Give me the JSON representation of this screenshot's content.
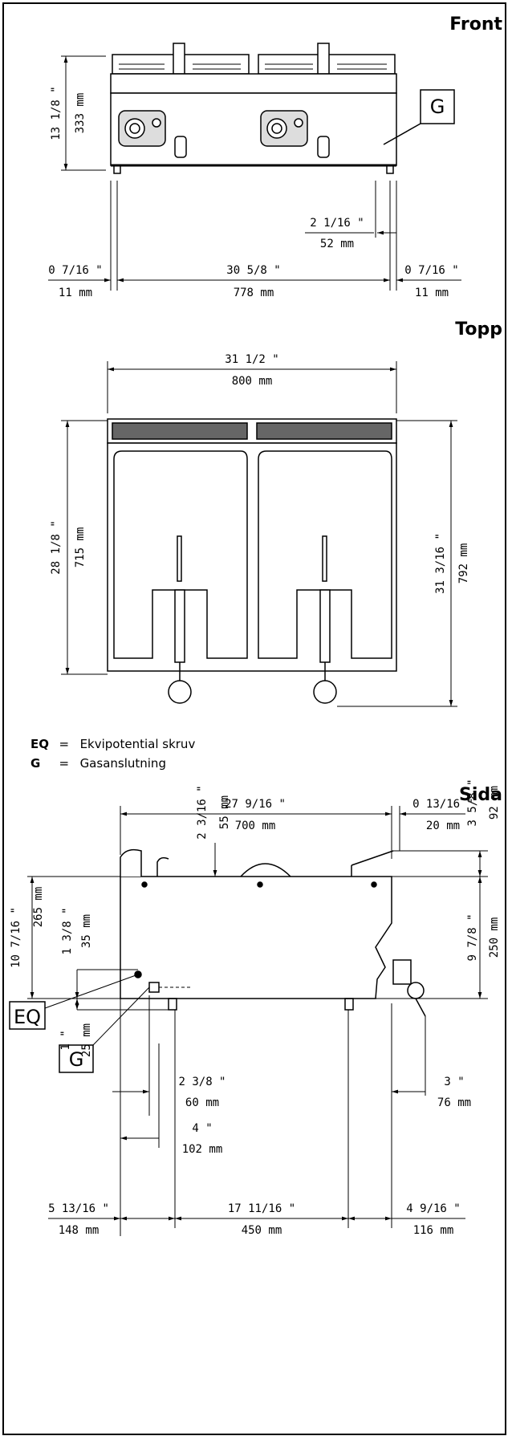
{
  "headings": {
    "front": "Front",
    "top": "Topp",
    "side": "Sida"
  },
  "front": {
    "label_g": "G",
    "height_in": "13 1/8 \"",
    "height_mm": "333 mm",
    "offset_in": "2 1/16 \"",
    "offset_mm": "52 mm",
    "left_in": "0 7/16 \"",
    "left_mm": "11 mm",
    "width_in": "30 5/8 \"",
    "width_mm": "778 mm",
    "right_in": "0 7/16 \"",
    "right_mm": "11 mm"
  },
  "top": {
    "width_in": "31 1/2 \"",
    "width_mm": "800 mm",
    "depth_in": "28 1/8 \"",
    "depth_mm": "715 mm",
    "total_depth_in": "31 3/16 \"",
    "total_depth_mm": "792 mm"
  },
  "legend": [
    {
      "key": "EQ",
      "eq": "=",
      "text": "Ekvipotential skruv"
    },
    {
      "key": "G",
      "eq": "=",
      "text": "Gasanslutning"
    }
  ],
  "side": {
    "depth_in": "27 9/16 \"",
    "depth_mm": "700 mm",
    "rear_in": "0 13/16 \"",
    "rear_mm": "20 mm",
    "top_in": "2 3/16 \"",
    "top_mm": "55 mm",
    "handle_in": "3 5/8 \"",
    "handle_mm": "92 mm",
    "height_in": "10 7/16 \"",
    "height_mm": "265 mm",
    "eq_in": "1 3/8 \"",
    "eq_mm": "35 mm",
    "body_in": "9 7/8 \"",
    "body_mm": "250 mm",
    "foot_in": "1 \"",
    "foot_mm": "25 mm",
    "label_eq": "EQ",
    "label_g": "G",
    "g1_in": "2 3/8 \"",
    "g1_mm": "60 mm",
    "g2_in": "4 \"",
    "g2_mm": "102 mm",
    "front_in": "3 \"",
    "front_mm": "76 mm",
    "a_in": "5 13/16 \"",
    "a_mm": "148 mm",
    "b_in": "17 11/16 \"",
    "b_mm": "450 mm",
    "c_in": "4 9/16 \"",
    "c_mm": "116 mm"
  }
}
